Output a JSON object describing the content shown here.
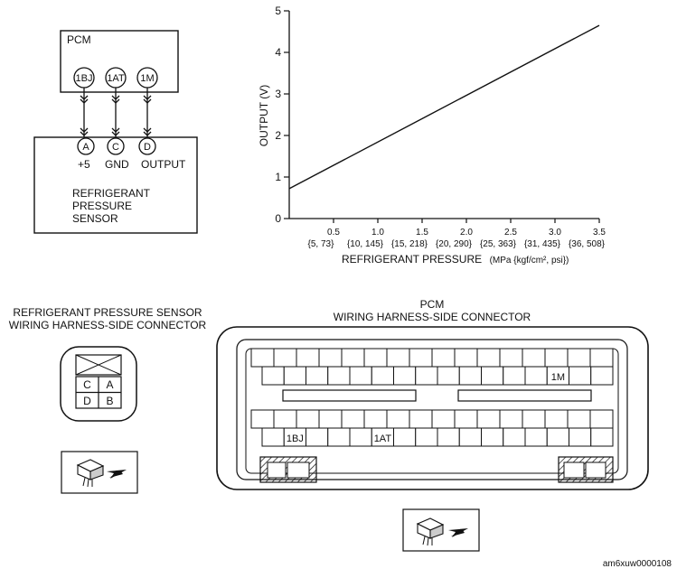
{
  "schematic": {
    "pcm_label": "PCM",
    "pcm_pins": [
      "1BJ",
      "1AT",
      "1M"
    ],
    "sensor_pins": [
      "A",
      "C",
      "D"
    ],
    "pin_functions": [
      "+5",
      "GND",
      "OUTPUT"
    ],
    "sensor_name_lines": [
      "REFRIGERANT",
      "PRESSURE",
      "SENSOR"
    ]
  },
  "chart_data": {
    "type": "line",
    "xlabel": "REFRIGERANT PRESSURE",
    "xlabel_units": "(MPa {kgf/cm², psi})",
    "ylabel": "OUTPUT (V)",
    "xlim": [
      0,
      3.5
    ],
    "ylim": [
      0,
      5
    ],
    "x_ticks": [
      {
        "value": 0.5,
        "label": "0.5",
        "sub": "{5, 73}"
      },
      {
        "value": 1.0,
        "label": "1.0",
        "sub": "{10, 145}"
      },
      {
        "value": 1.5,
        "label": "1.5",
        "sub": "{15, 218}"
      },
      {
        "value": 2.0,
        "label": "2.0",
        "sub": "{20, 290}"
      },
      {
        "value": 2.5,
        "label": "2.5",
        "sub": "{25, 363}"
      },
      {
        "value": 3.0,
        "label": "3.0",
        "sub": "{31, 435}"
      },
      {
        "value": 3.5,
        "label": "3.5",
        "sub": "{36, 508}"
      }
    ],
    "y_ticks": [
      0,
      1,
      2,
      3,
      4,
      5
    ],
    "series": [
      {
        "x": [
          0,
          3.5
        ],
        "y": [
          0.72,
          4.65
        ]
      }
    ],
    "grid": false
  },
  "sensor_connector": {
    "title_lines": [
      "REFRIGERANT PRESSURE SENSOR",
      "WIRING HARNESS-SIDE CONNECTOR"
    ],
    "cells": [
      "C",
      "A",
      "D",
      "B"
    ]
  },
  "pcm_connector": {
    "title_lines": [
      "PCM",
      "WIRING HARNESS-SIDE CONNECTOR"
    ],
    "top_row1_count": 16,
    "top_row2_count": 16,
    "bottom_row1_count": 16,
    "bottom_row2_count": 16,
    "labels": {
      "1M": "1M",
      "1BJ": "1BJ",
      "1AT": "1AT"
    }
  },
  "footer_code": "am6xuw0000108"
}
